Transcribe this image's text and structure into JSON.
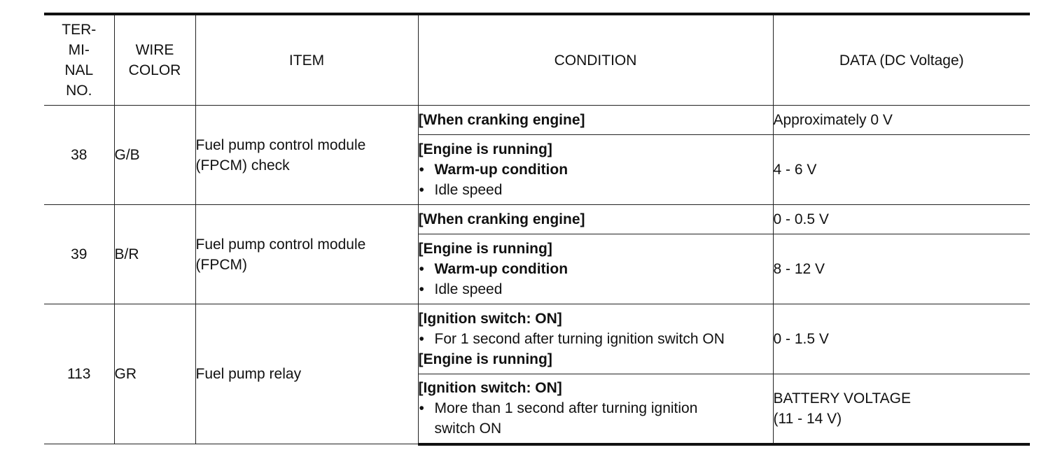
{
  "headers": {
    "terminal": "TER-\nMI-\nNAL\nNO.",
    "wire_color": "WIRE\nCOLOR",
    "item": "ITEM",
    "condition": "CONDITION",
    "data": "DATA (DC Voltage)"
  },
  "groups": [
    {
      "terminal": "38",
      "wire": "G/B",
      "item": "Fuel pump control module\n(FPCM) check",
      "rows": [
        {
          "cond_head": "[When cranking engine]",
          "data": "Approximately 0 V"
        },
        {
          "cond_head": "[Engine is running]",
          "bullet1": "Warm-up condition",
          "bullet2": "Idle speed",
          "data": "4 - 6 V"
        }
      ]
    },
    {
      "terminal": "39",
      "wire": "B/R",
      "item": "Fuel pump control module\n(FPCM)",
      "rows": [
        {
          "cond_head": "[When cranking engine]",
          "data": "0 - 0.5 V"
        },
        {
          "cond_head": "[Engine is running]",
          "bullet1": "Warm-up condition",
          "bullet2": "Idle speed",
          "data": "8 - 12 V"
        }
      ]
    },
    {
      "terminal": "113",
      "wire": "GR",
      "item": "Fuel pump relay",
      "rows": [
        {
          "cond_head": "[Ignition switch: ON]",
          "bullet1": "For 1 second after turning ignition switch ON",
          "cond_head2": "[Engine is running]",
          "data": "0 - 1.5 V"
        },
        {
          "cond_head": "[Ignition switch: ON]",
          "bullet1": "More than 1 second after turning ignition\nswitch ON",
          "data": "BATTERY VOLTAGE\n(11 - 14 V)"
        }
      ]
    }
  ]
}
